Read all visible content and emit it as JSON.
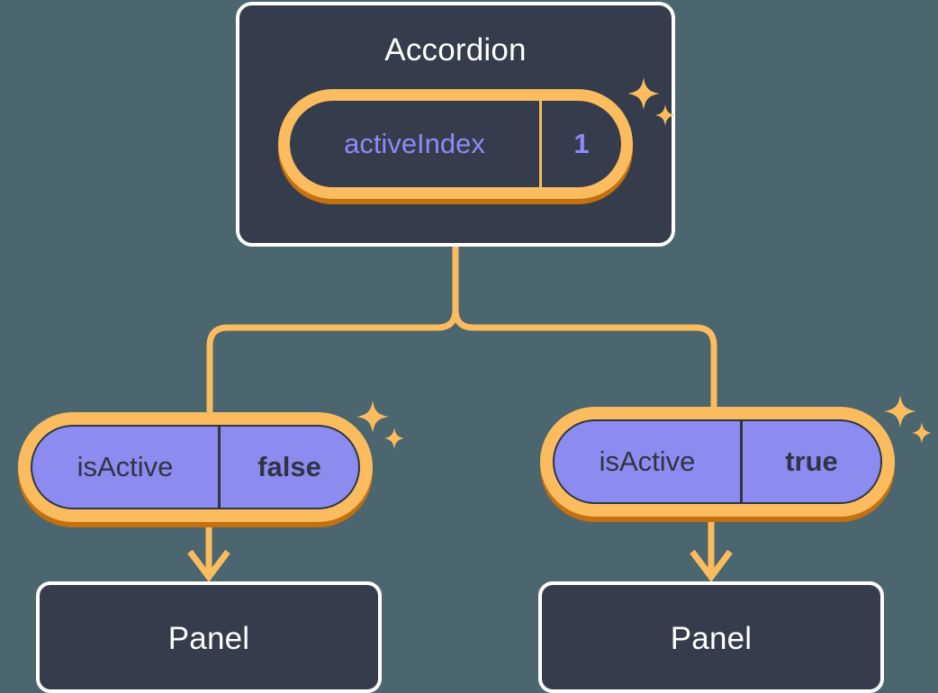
{
  "diagram": {
    "type": "component-state-tree",
    "background_color": "#4b666e",
    "accent_color": "#fabc5e",
    "accent_shadow_color": "#c4700f",
    "node_fill_color": "#353c4c",
    "node_border_color": "#ffffff",
    "state_fill_color": "#8b8bf0",
    "state_text_color": "#2f3542",
    "prop_text_color": "#8b8bf5",
    "nodes": {
      "root": {
        "title": "Accordion",
        "state": {
          "key": "activeIndex",
          "value": "1"
        }
      },
      "children": [
        {
          "state": {
            "key": "isActive",
            "value": "false"
          },
          "title": "Panel"
        },
        {
          "state": {
            "key": "isActive",
            "value": "true"
          },
          "title": "Panel"
        }
      ]
    },
    "icons": {
      "sparkle_large": "sparkle-icon",
      "sparkle_small": "sparkle-small-icon",
      "arrow_down": "arrow-down-icon",
      "branch": "branch-connector-icon"
    }
  }
}
